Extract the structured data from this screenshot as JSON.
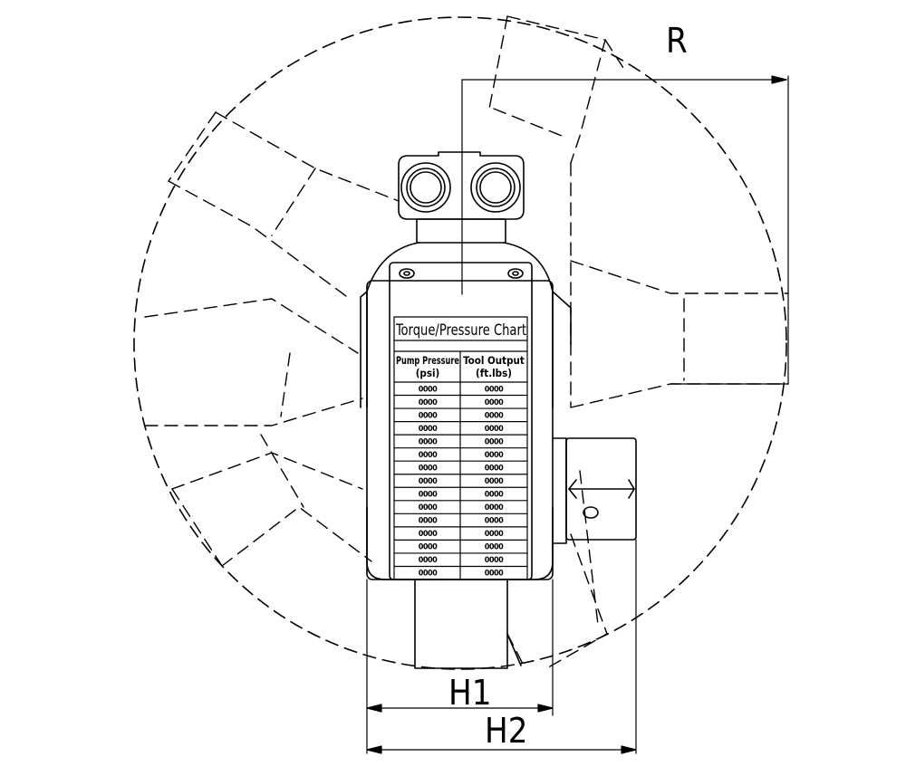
{
  "dimensions": {
    "radius_label": "R",
    "height1_label": "H1",
    "height2_label": "H2"
  },
  "chart": {
    "title": "Torque/Pressure Chart",
    "col1_header_line1": "Pump Pressure",
    "col1_header_line2": "(psi)",
    "col2_header_line1": "Tool Output",
    "col2_header_line2": "(ft.lbs)",
    "rows": [
      {
        "pressure": "0000",
        "output": "0000"
      },
      {
        "pressure": "0000",
        "output": "0000"
      },
      {
        "pressure": "0000",
        "output": "0000"
      },
      {
        "pressure": "0000",
        "output": "0000"
      },
      {
        "pressure": "0000",
        "output": "0000"
      },
      {
        "pressure": "0000",
        "output": "0000"
      },
      {
        "pressure": "0000",
        "output": "0000"
      },
      {
        "pressure": "0000",
        "output": "0000"
      },
      {
        "pressure": "0000",
        "output": "0000"
      },
      {
        "pressure": "0000",
        "output": "0000"
      },
      {
        "pressure": "0000",
        "output": "0000"
      },
      {
        "pressure": "0000",
        "output": "0000"
      },
      {
        "pressure": "0000",
        "output": "0000"
      },
      {
        "pressure": "0000",
        "output": "0000"
      },
      {
        "pressure": "0000",
        "output": "0000"
      }
    ]
  },
  "colors": {
    "line": "#000000",
    "background": "#ffffff"
  }
}
